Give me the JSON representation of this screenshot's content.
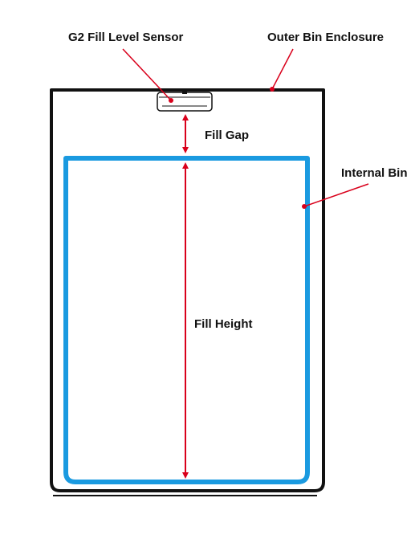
{
  "labels": {
    "sensor": "G2 Fill Level Sensor",
    "outer_enclosure": "Outer Bin Enclosure",
    "fill_gap": "Fill Gap",
    "internal_bin": "Internal Bin",
    "fill_height": "Fill Height"
  },
  "colors": {
    "outline": "#111111",
    "internal_bin": "#1a9ae0",
    "callout": "#d9001b"
  }
}
